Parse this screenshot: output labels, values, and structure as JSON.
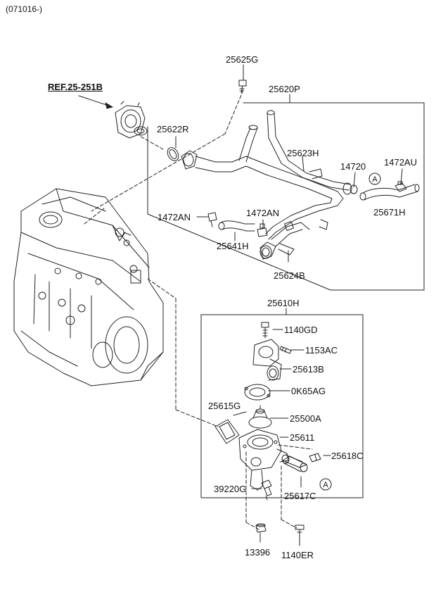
{
  "diagram": {
    "effective_code": "(071016-)",
    "reference": "REF.25-251B",
    "part_labels": {
      "p25625G": "25625G",
      "p25620P": "25620P",
      "p25622R": "25622R",
      "p25623H": "25623H",
      "p14720": "14720",
      "p1472AU": "1472AU",
      "p25671H": "25671H",
      "p1472AN_left": "1472AN",
      "p1472AN_mid": "1472AN",
      "p25641H": "25641H",
      "p25624B": "25624B",
      "p25610H": "25610H",
      "p1140GD": "1140GD",
      "p1153AC": "1153AC",
      "p25613B": "25613B",
      "p0K65AG": "0K65AG",
      "p25615G": "25615G",
      "p25500A": "25500A",
      "p25611": "25611",
      "p25618C": "25618C",
      "p39220G": "39220G",
      "p25617C": "25617C",
      "p13396": "13396",
      "p1140ER": "1140ER"
    },
    "connection_marker": "A",
    "line_color": "#222222"
  }
}
